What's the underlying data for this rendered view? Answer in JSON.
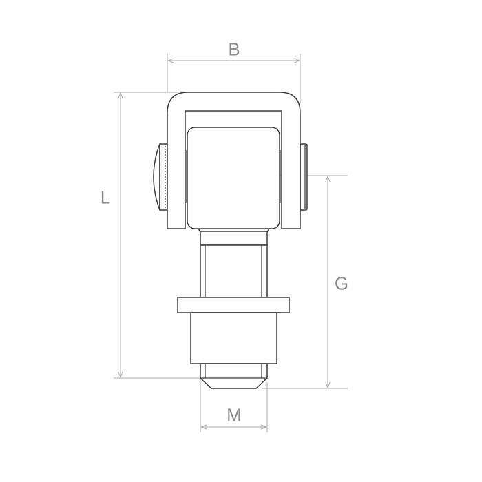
{
  "dimensions": {
    "width_label": "B",
    "length_label": "L",
    "g_label": "G",
    "thread_label": "M"
  },
  "colors": {
    "outline": "#3a3a3a",
    "dimension": "#a8a8a8"
  }
}
